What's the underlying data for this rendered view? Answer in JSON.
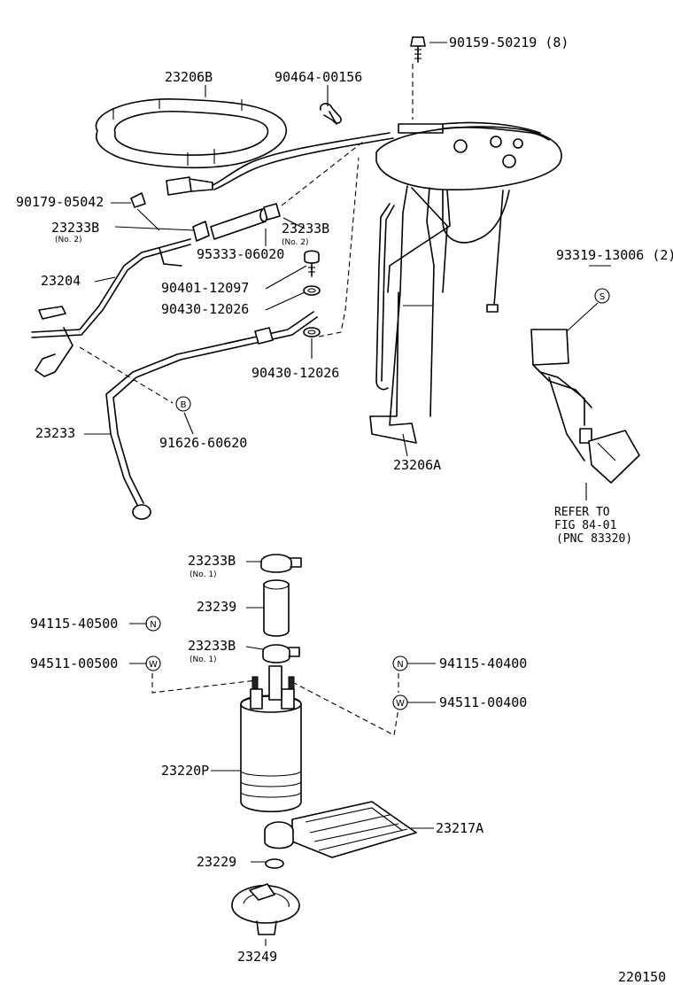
{
  "labels": {
    "p90159": "90159-50219 (8)",
    "p23206B": "23206B",
    "p90464": "90464-00156",
    "p90179": "90179-05042",
    "p23233B_left": "23233B",
    "p23233B_left_sub": "(No. 2)",
    "p23233B_right": "23233B",
    "p23233B_right_sub": "(No. 2)",
    "p95333": "95333-06020",
    "p23204": "23204",
    "p90401": "90401-12097",
    "p90430_a": "90430-12026",
    "p90430_b": "90430-12026",
    "p23233": "23233",
    "p91626": "91626-60620",
    "p23206A": "23206A",
    "p93319": "93319-13006 (2)",
    "refer_line1": "REFER TO",
    "refer_line2": "FIG 84-01",
    "refer_line3": "(PNC 83320)",
    "p23233B_top": "23233B",
    "p23233B_top_sub": "(No. 1)",
    "p23239": "23239",
    "p23233B_mid": "23233B",
    "p23233B_mid_sub": "(No. 1)",
    "p94115_left": "94115-40500",
    "p94511_left": "94511-00500",
    "p94115_right": "94115-40400",
    "p94511_right": "94511-00400",
    "p23220P": "23220P",
    "p23217A": "23217A",
    "p23229": "23229",
    "p23249": "23249",
    "code": "220150"
  },
  "symbols": {
    "b": "B",
    "s": "S",
    "n_left": "N",
    "w_left": "W",
    "n_right": "N",
    "w_right": "W"
  }
}
